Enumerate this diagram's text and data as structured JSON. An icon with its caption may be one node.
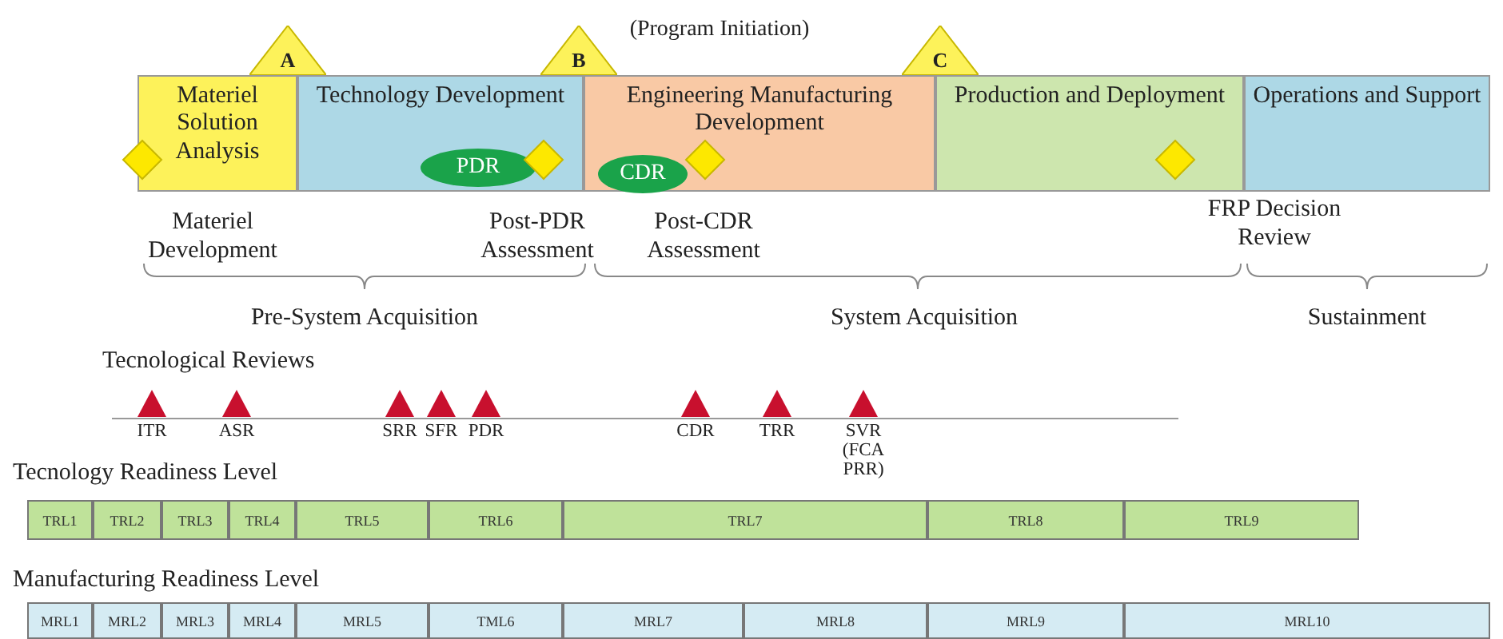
{
  "diagram": {
    "nodes": [
      {
        "text": [
          "A"
        ]
      },
      {
        "text": [
          "B"
        ]
      },
      {
        "text": [
          "C"
        ]
      },
      {
        "text": [
          "Materiel Solution Analysis"
        ]
      },
      {
        "text": [
          "Technology Development"
        ]
      },
      {
        "text": [
          "PDR"
        ],
        "in": 4
      },
      {
        "text": [
          "Engineering Manufacturing Development"
        ]
      },
      {
        "text": [
          "CDR"
        ],
        "in": 6
      },
      {
        "text": [
          "Production and Deployment"
        ]
      },
      {
        "text": [
          "Operations and Support"
        ]
      },
      {
        "text": [
          "TRL1"
        ]
      },
      {
        "text": [
          "TRL2"
        ]
      },
      {
        "text": [
          "TRL3"
        ]
      },
      {
        "text": [
          "TRL4"
        ]
      },
      {
        "text": [
          "TRL5"
        ]
      },
      {
        "text": [
          "TRL6"
        ]
      },
      {
        "text": [
          "TRL7"
        ]
      },
      {
        "text": [
          "TRL8"
        ]
      },
      {
        "text": [
          "TRL9"
        ]
      },
      {
        "text": [
          "MRL1"
        ]
      },
      {
        "text": [
          "MRL2"
        ]
      },
      {
        "text": [
          "MRL3"
        ]
      },
      {
        "text": [
          "MRL4"
        ]
      },
      {
        "text": [
          "MRL5"
        ]
      },
      {
        "text": [
          "TML6"
        ]
      },
      {
        "text": [
          "MRL7"
        ]
      },
      {
        "text": [
          "MRL8"
        ]
      },
      {
        "text": [
          "MRL9"
        ]
      },
      {
        "text": [
          "MRL10"
        ]
      }
    ],
    "edges": [],
    "labels": [
      "(Program Initiation)",
      "Materiel Development",
      "Post-PDR Assessment",
      "Post-CDR Assessment",
      "FRP Decision Review",
      "Pre-System Acquisition",
      "System Acquisition",
      "Sustainment",
      "Tecnological Reviews",
      "ITR",
      "ASR",
      "SRR",
      "SFR",
      "PDR",
      "CDR",
      "TRR",
      "SVR (FCA PRR)",
      "Tecnology Readiness Level",
      "Manufacturing Readiness Level"
    ]
  }
}
